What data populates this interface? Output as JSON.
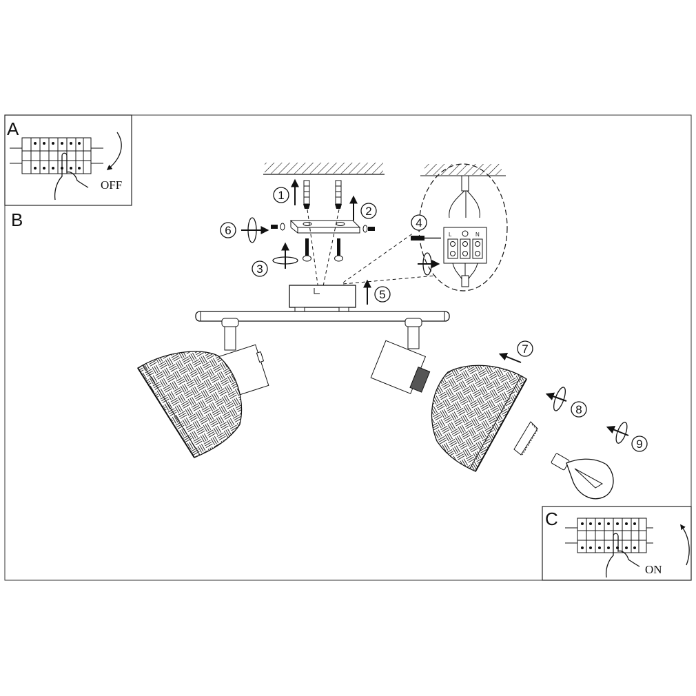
{
  "panels": {
    "a": {
      "letter": "A",
      "switch_state": "OFF"
    },
    "b": {
      "letter": "B"
    },
    "c": {
      "letter": "C",
      "switch_state": "ON"
    }
  },
  "steps": [
    "1",
    "2",
    "3",
    "4",
    "5",
    "6",
    "7",
    "8",
    "9"
  ],
  "terminal_labels": {
    "live": "L",
    "neutral": "N"
  }
}
